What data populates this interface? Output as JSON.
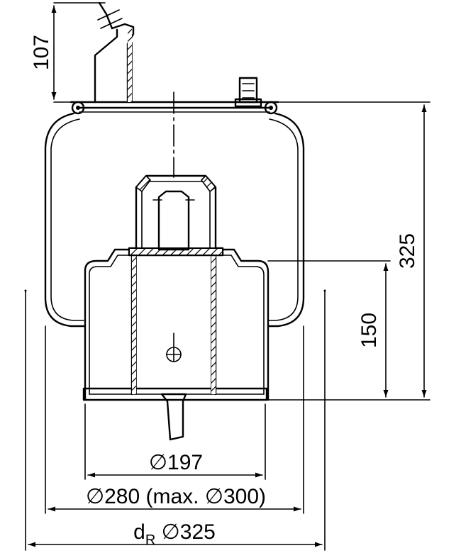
{
  "drawing": {
    "dimensions": {
      "mount_height": "107",
      "total_height": "325",
      "piston_height": "150",
      "piston_diameter": "∅197",
      "bellows_diameter": "∅280 (max. ∅300)",
      "ring_diameter_prefix": "d",
      "ring_diameter_subscript": "R",
      "ring_diameter_value": " ∅325"
    },
    "icons": {
      "diameter_symbol": "diameter-symbol",
      "center_mark": "center-mark-icon"
    }
  }
}
